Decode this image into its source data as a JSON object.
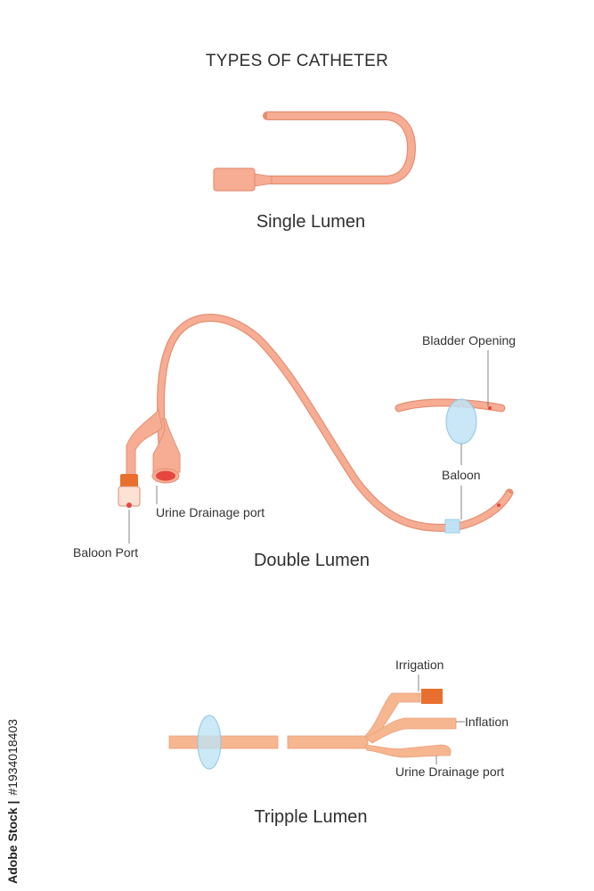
{
  "title": "TYPES OF CATHETER",
  "colors": {
    "catheter": "#f7ad93",
    "catheter_outline": "#e48f74",
    "catheter_light": "#fbc3ad",
    "tube_orange": "#f6b690",
    "port_orange": "#e86f2e",
    "balloon": "#bfe3f5",
    "balloon_outline": "#8ec6e2",
    "lumen_red": "#e5463f",
    "label_line": "#666666"
  },
  "sections": {
    "single": {
      "title": "Single Lumen"
    },
    "double": {
      "title": "Double Lumen",
      "labels": {
        "bladder_opening": "Bladder Opening",
        "baloon": "Baloon",
        "urine_drainage_port": "Urine Drainage port",
        "baloon_port": "Baloon Port"
      }
    },
    "triple": {
      "title": "Tripple Lumen",
      "labels": {
        "irrigation": "Irrigation",
        "inflation": "Inflation",
        "urine_drainage_port": "Urine Drainage port"
      }
    }
  },
  "credit": {
    "text": "Adobe Stock |",
    "id": "#1934018403"
  }
}
